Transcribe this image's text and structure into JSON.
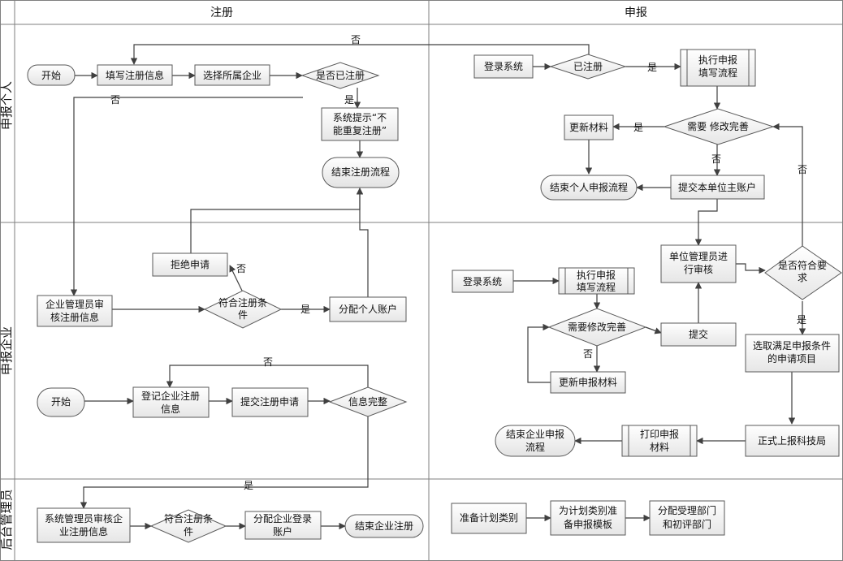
{
  "columns": {
    "left": "注册",
    "right": "申报"
  },
  "lanes": {
    "top": "申报个人",
    "middle": "申报企业",
    "bottom": "后台管理员"
  },
  "nodes": {
    "start_personal": "开始",
    "fill_info": "填写注册信息",
    "select_company": "选择所属企业",
    "is_registered": "是否已注册",
    "sys_prompt_1": "系统提示“不",
    "sys_prompt_2": "能重复注册”",
    "end_register": "结束注册流程",
    "login_personal": "登录系统",
    "already_registered": "已注册",
    "exec_fill_1": "执行申报",
    "exec_fill_2": "填写流程",
    "update_material": "更新材料",
    "need_modify": "需要 修改完善",
    "end_personal_apply": "结束个人申报流程",
    "submit_main_account": "提交本单位主账户",
    "reject_apply": "拒绝申请",
    "ent_admin_review_1": "企业管理员审",
    "ent_admin_review_2": "核注册信息",
    "meet_cond_1": "符合注册条",
    "meet_cond_2": "件",
    "assign_personal_account": "分配个人账户",
    "start_ent": "开始",
    "register_ent_1": "登记企业注册",
    "register_ent_2": "信息",
    "submit_register": "提交注册申请",
    "info_complete": "信息完整",
    "unit_admin_review_1": "单位管理员进",
    "unit_admin_review_2": "行审核",
    "meets_req_1": "是否符合要",
    "meets_req_2": "求",
    "login_ent": "登录系统",
    "exec_fill_ent_1": "执行申报",
    "exec_fill_ent_2": "填写流程",
    "need_modify_ent": "需要修改完善",
    "submit": "提交",
    "update_apply_material": "更新申报材料",
    "select_project_1": "选取满足申报条件",
    "select_project_2": "的申请项目",
    "end_ent_apply_1": "结束企业申报",
    "end_ent_apply_2": "流程",
    "print_material_1": "打印申报",
    "print_material_2": "材料",
    "formal_report": "正式上报科技局",
    "sys_admin_review_1": "系统管理员审核企",
    "sys_admin_review_2": "业注册信息",
    "meet_cond_admin_1": "符合注册条",
    "meet_cond_admin_2": "件",
    "assign_ent_login_1": "分配企业登录",
    "assign_ent_login_2": "账户",
    "end_ent_register": "结束企业注册",
    "prep_plan": "准备计划类别",
    "prep_template_1": "为计划类别准",
    "prep_template_2": "备申报模板",
    "assign_dept_1": "分配受理部门",
    "assign_dept_2": "和初评部门"
  },
  "edge_labels": {
    "no_1": "否",
    "yes_1": "是",
    "no_2": "否",
    "yes_2": "是",
    "no_3": "否",
    "no_4": "否",
    "no_5": "否",
    "yes_3": "是",
    "no_6": "否",
    "yes_4": "是",
    "no_7": "否",
    "yes_5": "是"
  }
}
